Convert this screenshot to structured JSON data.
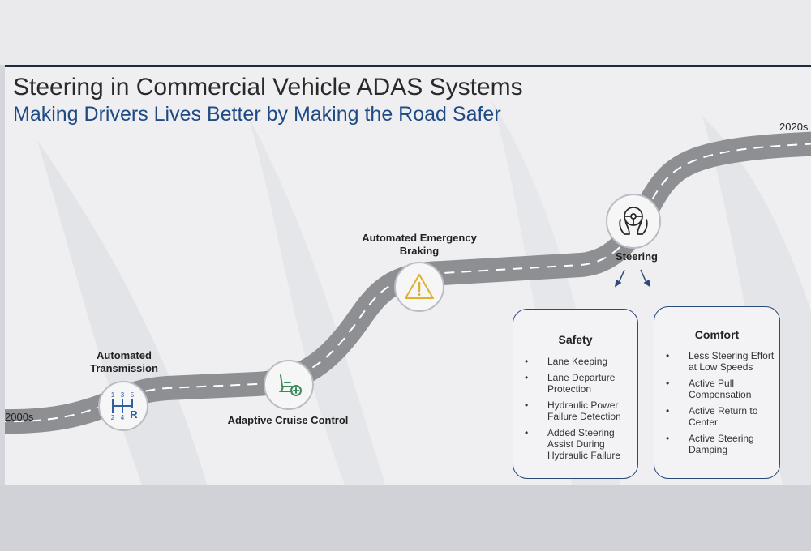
{
  "title": "Steering in Commercial Vehicle ADAS Systems",
  "subtitle": "Making Drivers Lives Better by Making the Road Safer",
  "timeline": {
    "start": "2000s",
    "end": "2020s"
  },
  "milestones": [
    {
      "label": "Automated Transmission",
      "icon": "gear-shift-icon",
      "gear_numbers": [
        "1",
        "3",
        "5",
        "2",
        "4",
        "R"
      ]
    },
    {
      "label": "Adaptive Cruise Control",
      "icon": "seat-plus-icon"
    },
    {
      "label": "Automated Emergency Braking",
      "icon": "warning-triangle-icon"
    },
    {
      "label": "Steering",
      "icon": "steering-wheel-hands-icon"
    }
  ],
  "cards": [
    {
      "title": "Safety",
      "items": [
        "Lane Keeping",
        "Lane Departure Protection",
        "Hydraulic Power Failure Detection",
        "Added Steering Assist During Hydraulic Failure"
      ]
    },
    {
      "title": "Comfort",
      "items": [
        "Less Steering Effort at Low Speeds",
        "Active Pull Compensation",
        "Active Return to Center",
        "Active Steering Damping"
      ]
    }
  ],
  "colors": {
    "road": "#8d8f92",
    "road_dash": "#ffffff",
    "title": "#2a2a2a",
    "subtitle": "#1e4a86",
    "card_border": "#2a4a7a",
    "icon_blue": "#2f5f9e",
    "icon_green": "#3b8a5a",
    "icon_yellow": "#e0b12b"
  }
}
